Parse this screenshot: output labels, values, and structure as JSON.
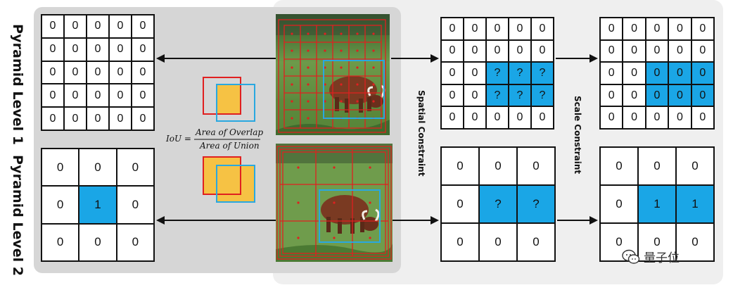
{
  "labels": {
    "level1": "Pyramid Level 1",
    "level2": "Pyramid Level 2",
    "spatial": "Spatial Constraint",
    "scale": "Scale Constraint"
  },
  "formula": {
    "lhs": "IoU =",
    "numerator": "Area of Overlap",
    "denominator": "Area of Union"
  },
  "watermark": "量子位",
  "colors": {
    "highlight": "#1aa6e6",
    "grid_red": "#e02020",
    "box_blue": "#29a8e0",
    "iou_yellow": "#f6c244"
  },
  "grids": {
    "left_l1": [
      [
        "0",
        "0",
        "0",
        "0",
        "0"
      ],
      [
        "0",
        "0",
        "0",
        "0",
        "0"
      ],
      [
        "0",
        "0",
        "0",
        "0",
        "0"
      ],
      [
        "0",
        "0",
        "0",
        "0",
        "0"
      ],
      [
        "0",
        "0",
        "0",
        "0",
        "0"
      ]
    ],
    "left_l2": [
      [
        "0",
        "0",
        "0"
      ],
      [
        "0",
        "1",
        "0"
      ],
      [
        "0",
        "0",
        "0"
      ]
    ],
    "spatial_l1": [
      [
        "0",
        "0",
        "0",
        "0",
        "0"
      ],
      [
        "0",
        "0",
        "0",
        "0",
        "0"
      ],
      [
        "0",
        "0",
        "?",
        "?",
        "?"
      ],
      [
        "0",
        "0",
        "?",
        "?",
        "?"
      ],
      [
        "0",
        "0",
        "0",
        "0",
        "0"
      ]
    ],
    "spatial_l2": [
      [
        "0",
        "0",
        "0"
      ],
      [
        "0",
        "?",
        "?"
      ],
      [
        "0",
        "0",
        "0"
      ]
    ],
    "scale_l1": [
      [
        "0",
        "0",
        "0",
        "0",
        "0"
      ],
      [
        "0",
        "0",
        "0",
        "0",
        "0"
      ],
      [
        "0",
        "0",
        "0",
        "0",
        "0"
      ],
      [
        "0",
        "0",
        "0",
        "0",
        "0"
      ],
      [
        "0",
        "0",
        "0",
        "0",
        "0"
      ]
    ],
    "scale_l2": [
      [
        "0",
        "0",
        "0"
      ],
      [
        "0",
        "1",
        "1"
      ],
      [
        "0",
        "0",
        "0"
      ]
    ]
  },
  "highlights": {
    "left_l1": [],
    "left_l2": [
      [
        1,
        1
      ]
    ],
    "spatial_l1": [
      [
        2,
        2
      ],
      [
        2,
        3
      ],
      [
        2,
        4
      ],
      [
        3,
        2
      ],
      [
        3,
        3
      ],
      [
        3,
        4
      ]
    ],
    "spatial_l2": [
      [
        1,
        1
      ],
      [
        1,
        2
      ]
    ],
    "scale_l1": [
      [
        2,
        2
      ],
      [
        2,
        3
      ],
      [
        2,
        4
      ],
      [
        3,
        2
      ],
      [
        3,
        3
      ],
      [
        3,
        4
      ]
    ],
    "scale_l2": [
      [
        1,
        1
      ],
      [
        1,
        2
      ]
    ]
  }
}
